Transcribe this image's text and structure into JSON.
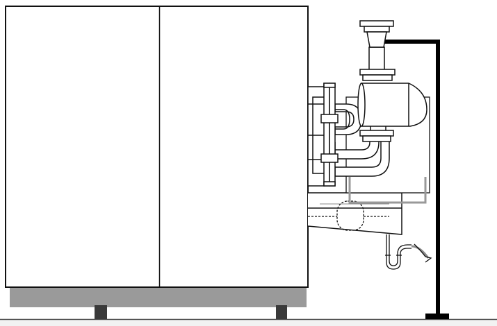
{
  "diagram": {
    "kind": "equipment-side-elevation",
    "colors": {
      "background": "#ffffff",
      "outline": "#111111",
      "base_frame": "#9a9a9a",
      "mount_feet": "#3a3a3a",
      "floor_line": "#444444",
      "floor_band": "#f2f2f2",
      "pipe_fill": "#ffffff",
      "support_post": "#000000",
      "drain_pipe": "#8a8a8a"
    },
    "components": [
      "cabinet",
      "cabinet-panel-divider",
      "base-frame",
      "mount-feet",
      "flanged-manifold",
      "u-bend-pipes",
      "pump-housing",
      "vertical-outlet-pipe",
      "top-inlet-fitting",
      "lower-housing",
      "dashed-motor-outline",
      "drain-trap",
      "support-post",
      "floor-line"
    ]
  }
}
